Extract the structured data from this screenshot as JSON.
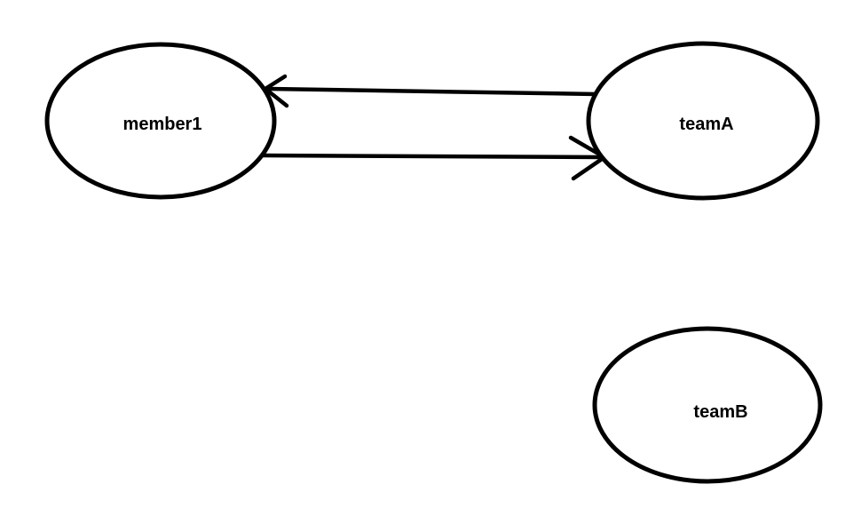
{
  "canvas": {
    "background_color": "#ffffff",
    "ink_color": "#000000"
  },
  "diagram": {
    "nodes": [
      {
        "id": "member1",
        "label": "member1"
      },
      {
        "id": "teamA",
        "label": "teamA"
      },
      {
        "id": "teamB",
        "label": "teamB"
      }
    ],
    "edges": [
      {
        "from": "teamA",
        "to": "member1",
        "style": "open-arrowhead",
        "description": "arrow pointing from teamA into member1"
      },
      {
        "from": "member1",
        "to": "teamA",
        "style": "open-arrowhead",
        "description": "arrow pointing from member1 into teamA"
      }
    ]
  }
}
